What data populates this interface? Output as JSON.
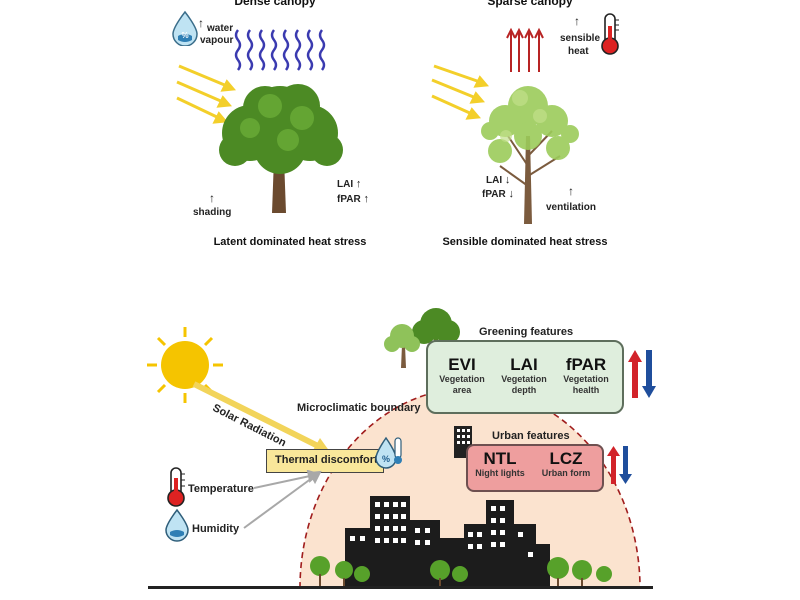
{
  "top": {
    "dense": {
      "heading": "Dense canopy",
      "water_vapour": "water\nvapour",
      "water_vapour_line1": "water",
      "water_vapour_line2": "vapour",
      "shading": "shading",
      "lai": "LAI",
      "fpar": "fPAR",
      "caption": "Latent dominated heat stress"
    },
    "sparse": {
      "heading": "Sparse canopy",
      "sensible_heat_line1": "sensible",
      "sensible_heat_line2": "heat",
      "lai": "LAI",
      "fpar": "fPAR",
      "ventilation": "ventilation",
      "caption": "Sensible dominated heat stress"
    },
    "arrow_up": "↑",
    "arrow_down": "↓"
  },
  "bottom": {
    "greening_title": "Greening features",
    "greening": [
      {
        "code": "EVI",
        "desc_line1": "Vegetation",
        "desc_line2": "area"
      },
      {
        "code": "LAI",
        "desc_line1": "Vegetation",
        "desc_line2": "depth"
      },
      {
        "code": "fPAR",
        "desc_line1": "Vegetation",
        "desc_line2": "health"
      }
    ],
    "urban_title": "Urban features",
    "urban": [
      {
        "code": "NTL",
        "desc": "Night lights"
      },
      {
        "code": "LCZ",
        "desc": "Urban form"
      }
    ],
    "solar_radiation": "Solar Radiation",
    "microclimatic_boundary": "Microclimatic boundary",
    "thermal_discomfort": "Thermal discomfort",
    "temperature": "Temperature",
    "humidity": "Humidity"
  },
  "colors": {
    "arrow_up_red": "#d2232a",
    "arrow_down_blue": "#1f4e9c",
    "green_box": "#dfeedd",
    "pink_box": "#ee9e9e",
    "thermal_box": "#f9e79a",
    "dome_fill": "#fbe3cf",
    "dome_border": "#a01d1d",
    "sun": "#f5c400",
    "wave": "#3a3ab0"
  }
}
